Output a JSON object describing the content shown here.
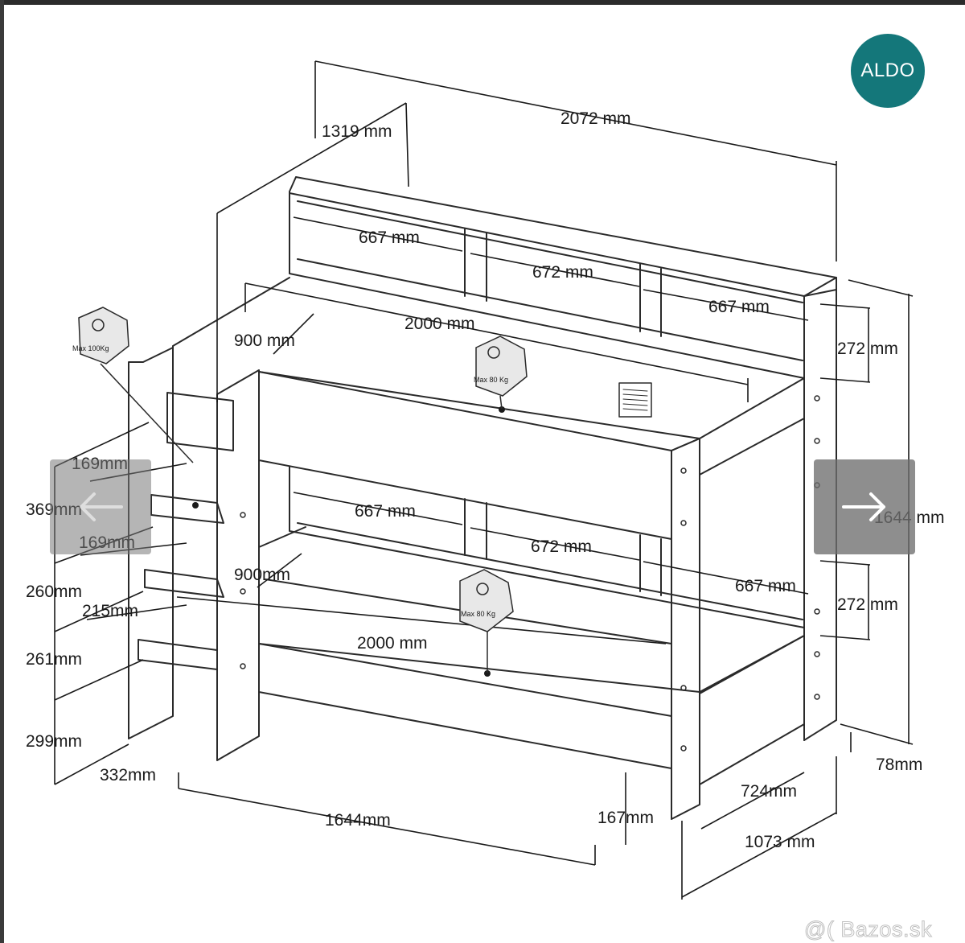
{
  "logo": {
    "text": "ALDO",
    "color": "#14777a"
  },
  "navigation": {
    "prev_icon": "arrow-left-icon",
    "next_icon": "arrow-right-icon"
  },
  "watermark": {
    "text": "@( Bazos.sk"
  },
  "dimensions": {
    "total_length": "2072 mm",
    "total_height": "1319 mm",
    "total_height_right": "1644 mm",
    "shelf_top_left": "667 mm",
    "shelf_top_mid": "672 mm",
    "shelf_top_right": "667 mm",
    "upper_bed_length": "2000 mm",
    "upper_bed_width": "900 mm",
    "upper_shelf_height": "272 mm",
    "shelf_bottom_left": "667 mm",
    "shelf_bottom_mid": "672 mm",
    "shelf_bottom_right": "667 mm",
    "lower_shelf_height": "272 mm",
    "lower_bed_width": "900mm",
    "lower_bed_length": "2000 mm",
    "step_width_top": "169mm",
    "step_width_mid": "169mm",
    "step_height_369": "369mm",
    "step_height_260": "260mm",
    "step_depth_215": "215mm",
    "step_height_261": "261mm",
    "step_height_299": "299mm",
    "stair_depth": "332mm",
    "base_length": "1644mm",
    "plinth_height": "167mm",
    "side_width": "724mm",
    "total_width": "1073 mm",
    "foot_height": "78mm"
  },
  "load_labels": {
    "ladder_max": "Max 100Kg",
    "upper_bed_max": "Max 80 Kg",
    "lower_bed_max": "Max 80 Kg"
  }
}
